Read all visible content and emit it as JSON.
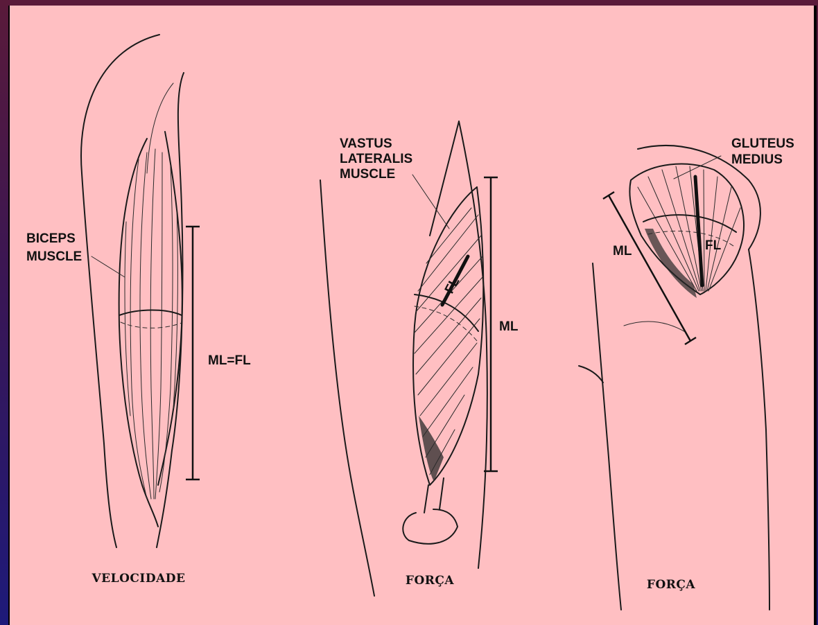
{
  "figures": [
    {
      "muscle_label_lines": [
        "BICEPS",
        "MUSCLE"
      ],
      "measure_label": "ML=FL",
      "caption": "VELOCIDADE"
    },
    {
      "muscle_label_lines": [
        "VASTUS",
        "LATERALIS",
        "MUSCLE"
      ],
      "fiber_label": "FL",
      "measure_label": "ML",
      "caption": "FORÇA"
    },
    {
      "muscle_label_lines": [
        "GLUTEUS",
        "MEDIUS"
      ],
      "fiber_label": "FL",
      "measure_label": "ML",
      "caption": "FORÇA"
    }
  ],
  "colors": {
    "panel": "#ffbfc2",
    "frame_top": "#5a1a3a",
    "frame_bottom": "#1e1a7a",
    "ink": "#111111"
  }
}
